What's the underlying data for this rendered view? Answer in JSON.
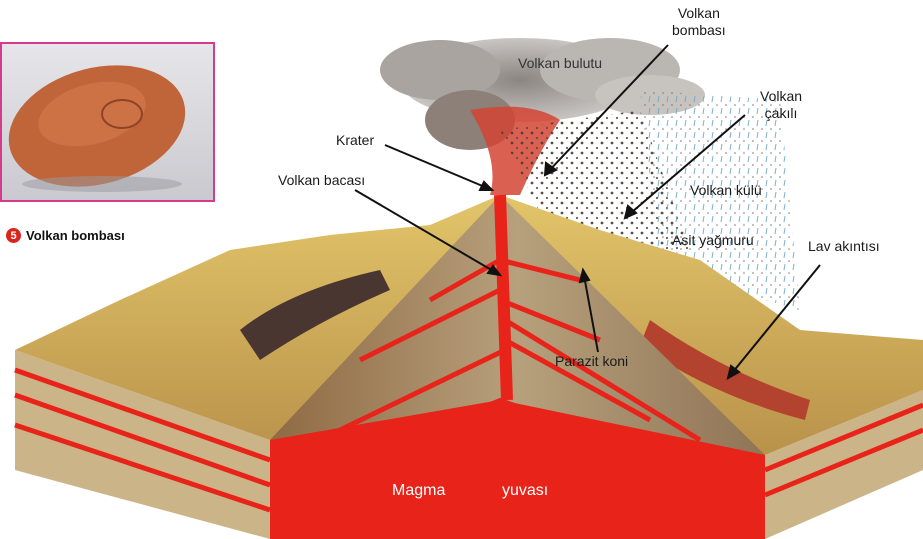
{
  "inset": {
    "badge_number": "5",
    "caption": "Volkan bombası"
  },
  "labels": {
    "volkan_bombasi_line1": "Volkan",
    "volkan_bombasi_line2": "bombası",
    "volkan_bulutu": "Volkan bulutu",
    "volkan_cakili_line1": "Volkan",
    "volkan_cakili_line2": "çakılı",
    "krater": "Krater",
    "volkan_bacasi": "Volkan bacası",
    "volkan_kulu": "Volkan külü",
    "asit_yagmuru": "Asit yağmuru",
    "lav_akintisi": "Lav akıntısı",
    "parazit_koni": "Parazit koni",
    "magma": "Magma",
    "yuvasi": "yuvası"
  },
  "colors": {
    "magma_red": "#e8231a",
    "ground_yellow": "#d9b85a",
    "strata_tan": "#c9b48a",
    "ash_gray": "#9a9590",
    "inset_border": "#d63a8a"
  }
}
